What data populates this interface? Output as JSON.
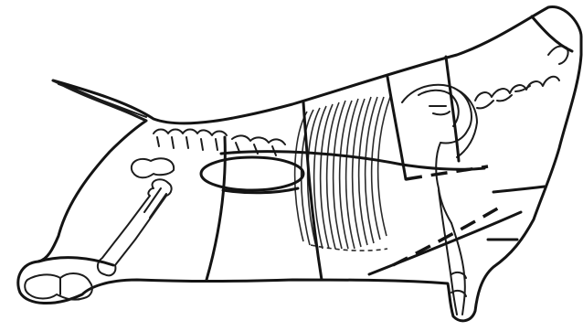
{
  "diagram": {
    "kind": "beef-carcass-cuts-line-drawing",
    "line_color": "#141414",
    "background": "#ffffff",
    "rib_count": 14,
    "vertebra_count_spine": 10,
    "vertebra_count_tail": 7
  }
}
